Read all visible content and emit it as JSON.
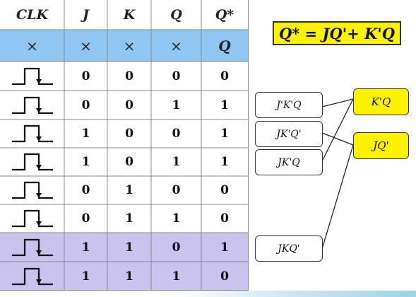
{
  "table": {
    "headers": [
      "CLK",
      "J",
      "K",
      "Q",
      "Q*"
    ],
    "dont_care_row": [
      "×",
      "×",
      "×",
      "×",
      "Q"
    ],
    "rows": [
      {
        "j": "0",
        "k": "0",
        "q": "0",
        "qn": "0",
        "highlight": false
      },
      {
        "j": "0",
        "k": "0",
        "q": "1",
        "qn": "1",
        "highlight": false
      },
      {
        "j": "1",
        "k": "0",
        "q": "0",
        "qn": "1",
        "highlight": false
      },
      {
        "j": "1",
        "k": "0",
        "q": "1",
        "qn": "1",
        "highlight": false
      },
      {
        "j": "0",
        "k": "1",
        "q": "0",
        "qn": "0",
        "highlight": false
      },
      {
        "j": "0",
        "k": "1",
        "q": "1",
        "qn": "0",
        "highlight": false
      },
      {
        "j": "1",
        "k": "1",
        "q": "0",
        "qn": "1",
        "highlight": true
      },
      {
        "j": "1",
        "k": "1",
        "q": "1",
        "qn": "0",
        "highlight": true
      }
    ],
    "clock_icon": "falling-edge-pulse-icon"
  },
  "equation": "Q* = JQ'+ K'Q",
  "minterms": [
    "J'K'Q",
    "JK'Q'",
    "JK'Q",
    "JKQ'"
  ],
  "simplified_terms": [
    "K'Q",
    "JQ'"
  ],
  "colors": {
    "header_row": "#ffffff",
    "dont_care_row": "#8fc6f2",
    "highlight_row": "#c9c3ee",
    "equation_bg": "#fff200",
    "term_bg": "#fff200",
    "grid_line": "#888888"
  }
}
